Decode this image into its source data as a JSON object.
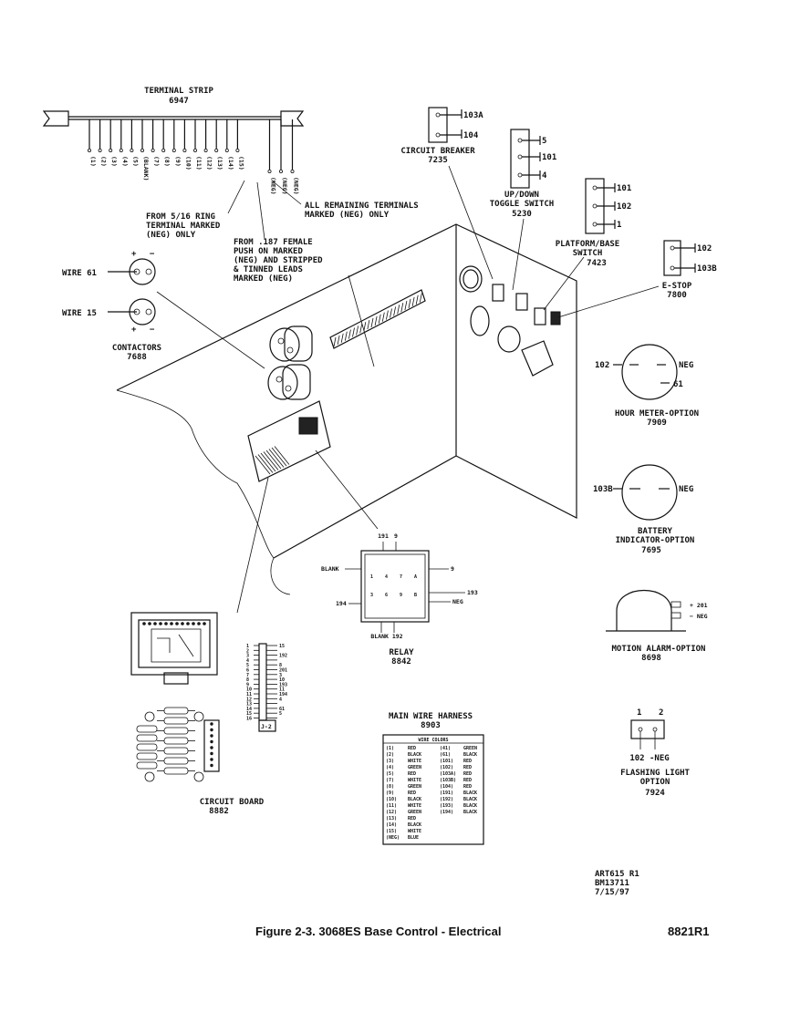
{
  "terminal_strip": {
    "title": "TERMINAL STRIP",
    "part": "6947",
    "terminals": [
      "(1)",
      "(2)",
      "(3)",
      "(4)",
      "(5)",
      "(BLANK)",
      "(7)",
      "(8)",
      "(9)",
      "(10)",
      "(11)",
      "(12)",
      "(13)",
      "(14)",
      "(15)",
      "(NEG)",
      "(NEG)",
      "(NEG)"
    ],
    "note_ring": [
      "FROM 5/16 RING",
      "TERMINAL MARKED",
      "(NEG) ONLY"
    ],
    "note_push": [
      "FROM .187 FEMALE",
      "PUSH ON MARKED",
      "(NEG) AND STRIPPED",
      "& TINNED LEADS",
      "MARKED (NEG)"
    ],
    "note_remaining": [
      "ALL REMAINING TERMINALS",
      "MARKED (NEG) ONLY"
    ]
  },
  "circuit_breaker": {
    "title": "CIRCUIT BREAKER",
    "part": "7235",
    "wires": [
      "103A",
      "104"
    ]
  },
  "toggle_switch": {
    "title": [
      "UP/DOWN",
      "TOGGLE SWITCH"
    ],
    "part": "5230",
    "wires": [
      "5",
      "101",
      "4"
    ]
  },
  "platform_switch": {
    "title": [
      "PLATFORM/BASE",
      "SWITCH"
    ],
    "part": "7423",
    "wires": [
      "101",
      "102",
      "1"
    ]
  },
  "estop": {
    "title": "E-STOP",
    "part": "7800",
    "wires": [
      "102",
      "103B"
    ]
  },
  "contactors": {
    "title": "CONTACTORS",
    "part": "7688",
    "wire_a": "WIRE 61",
    "wire_b": "WIRE 15",
    "plus": "+",
    "minus": "−"
  },
  "hour_meter": {
    "title": "HOUR METER-OPTION",
    "part": "7909",
    "left": "102",
    "right_a": "NEG",
    "right_b": "61"
  },
  "battery": {
    "title": [
      "BATTERY",
      "INDICATOR-OPTION"
    ],
    "part": "7695",
    "left": "103B",
    "right": "NEG"
  },
  "relay": {
    "title": "RELAY",
    "part": "8842",
    "top": [
      "191",
      "9"
    ],
    "left_a": "BLANK",
    "left_b": "194",
    "right_a": "9",
    "right_b": "193",
    "right_c": "NEG",
    "bottom": "BLANK 192",
    "pins": [
      "1",
      "4",
      "7",
      "A",
      "3",
      "6",
      "9",
      "B"
    ]
  },
  "motion_alarm": {
    "title": "MOTION ALARM-OPTION",
    "part": "8698",
    "plus": "+ 201",
    "minus": "− NEG"
  },
  "flashing_light": {
    "title": [
      "FLASHING LIGHT",
      "OPTION"
    ],
    "part": "7924",
    "pins": [
      "1",
      "2"
    ],
    "wires": "102 -NEG"
  },
  "j2": {
    "label": "J-2",
    "pins": [
      "1",
      "2",
      "3",
      "4",
      "5",
      "6",
      "7",
      "8",
      "9",
      "10",
      "11",
      "12",
      "13",
      "14",
      "15",
      "16"
    ],
    "wires": [
      "15",
      "",
      "192",
      "",
      "8",
      "201",
      "3",
      "10",
      "193",
      "11",
      "194",
      "4",
      "",
      "61",
      "5",
      ""
    ]
  },
  "circuit_board": {
    "title": "CIRCUIT BOARD",
    "part": "8882"
  },
  "harness": {
    "title": "MAIN WIRE HARNESS",
    "part": "8903",
    "header": "WIRE COLORS",
    "left": [
      [
        "(1)",
        "RED"
      ],
      [
        "(2)",
        "BLACK"
      ],
      [
        "(3)",
        "WHITE"
      ],
      [
        "(4)",
        "GREEN"
      ],
      [
        "(5)",
        "RED"
      ],
      [
        "(7)",
        "WHITE"
      ],
      [
        "(8)",
        "GREEN"
      ],
      [
        "(9)",
        "RED"
      ],
      [
        "(10)",
        "BLACK"
      ],
      [
        "(11)",
        "WHITE"
      ],
      [
        "(12)",
        "GREEN"
      ],
      [
        "(13)",
        "RED"
      ],
      [
        "(14)",
        "BLACK"
      ],
      [
        "(15)",
        "WHITE"
      ],
      [
        "(NEG)",
        "BLUE"
      ]
    ],
    "right": [
      [
        "(41)",
        "GREEN"
      ],
      [
        "(61)",
        "BLACK"
      ],
      [
        "(101)",
        "RED"
      ],
      [
        "(102)",
        "RED"
      ],
      [
        "(103A)",
        "RED"
      ],
      [
        "(103B)",
        "RED"
      ],
      [
        "(104)",
        "RED"
      ],
      [
        "(191)",
        "BLACK"
      ],
      [
        "(192)",
        "BLACK"
      ],
      [
        "(193)",
        "BLACK"
      ],
      [
        "(194)",
        "BLACK"
      ]
    ]
  },
  "art": [
    "ART615 R1",
    "BM13711",
    "7/15/97"
  ],
  "figure_caption": "Figure 2-3.  3068ES Base Control - Electrical",
  "doc_number": "8821R1"
}
